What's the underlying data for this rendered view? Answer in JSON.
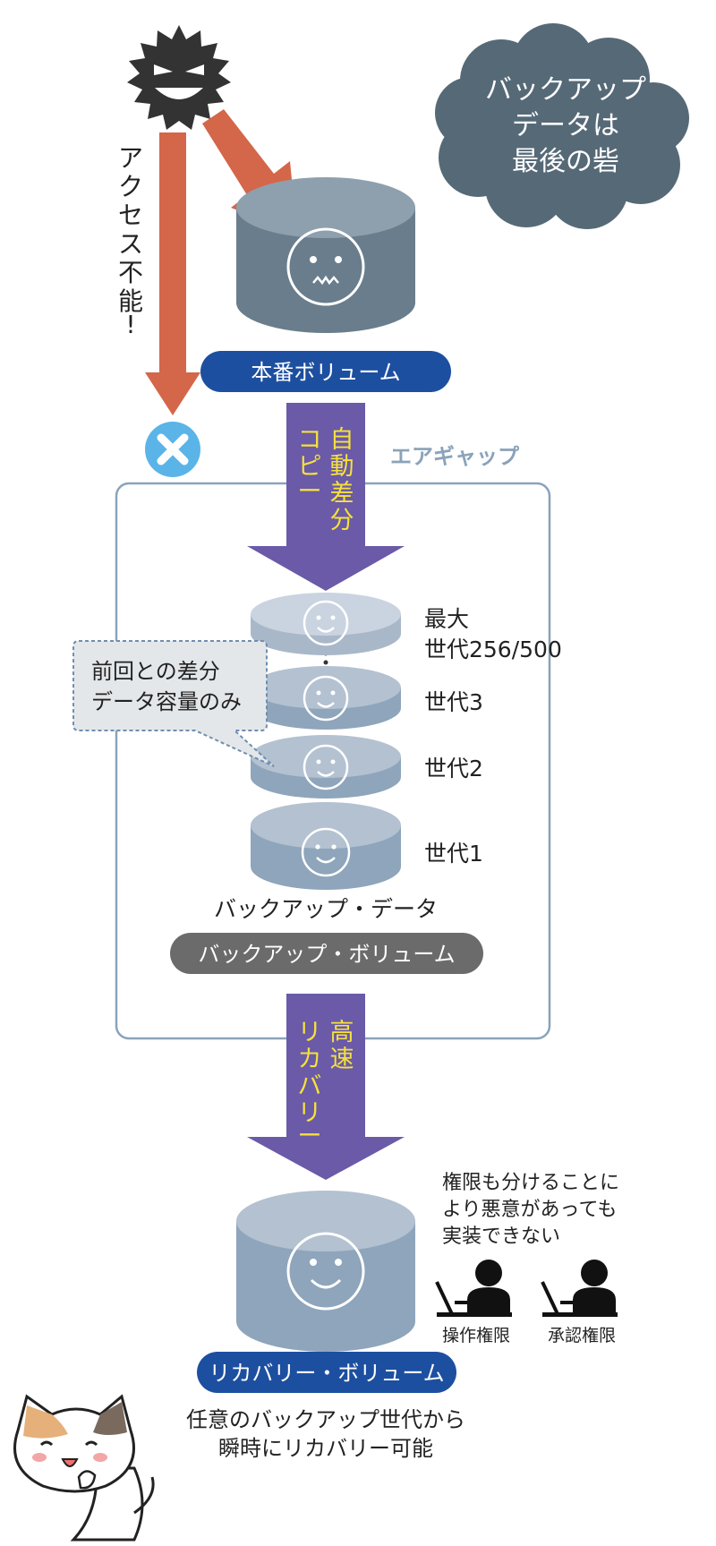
{
  "cloud": {
    "lines": [
      "バックアップ",
      "データは",
      "最後の砦"
    ]
  },
  "access_denied": {
    "chars": [
      "ア",
      "ク",
      "セ",
      "ス",
      "不",
      "能",
      "!"
    ]
  },
  "production_volume": {
    "label": "本番ボリューム"
  },
  "copy_arrow": {
    "col1": [
      "自",
      "動",
      "差",
      "分"
    ],
    "col2": [
      "コ",
      "ピ",
      "ー"
    ]
  },
  "air_gap": {
    "label": "エアギャップ"
  },
  "generations": {
    "max_line1": "最大",
    "max_line2": "世代256/500",
    "gen3": "世代3",
    "gen2": "世代2",
    "gen1": "世代1"
  },
  "callout": {
    "line1": "前回との差分",
    "line2": "データ容量のみ"
  },
  "backup_data_label": "バックアップ・データ",
  "backup_volume": {
    "label": "バックアップ・ボリューム"
  },
  "recovery_arrow": {
    "col1": [
      "高",
      "速"
    ],
    "col2": [
      "リ",
      "カ",
      "バ",
      "リ",
      "ー"
    ]
  },
  "permissions": {
    "note": [
      "権限も分けることに",
      "より悪意があっても",
      "実装できない"
    ],
    "operator": "操作権限",
    "approver": "承認権限"
  },
  "recovery_volume": {
    "label": "リカバリー・ボリューム"
  },
  "caption": {
    "line1": "任意のバックアップ世代から",
    "line2": "瞬時にリカバリー可能"
  },
  "colors": {
    "red_arrow": "#d4664a",
    "purple_arrow": "#6a5aa8",
    "yellow_text": "#f5e13a",
    "navy_pill": "#1d4fa0",
    "gray_pill": "#6b6b6b",
    "air_gap_box": "#8aa3ba",
    "cloud": "#566977"
  }
}
